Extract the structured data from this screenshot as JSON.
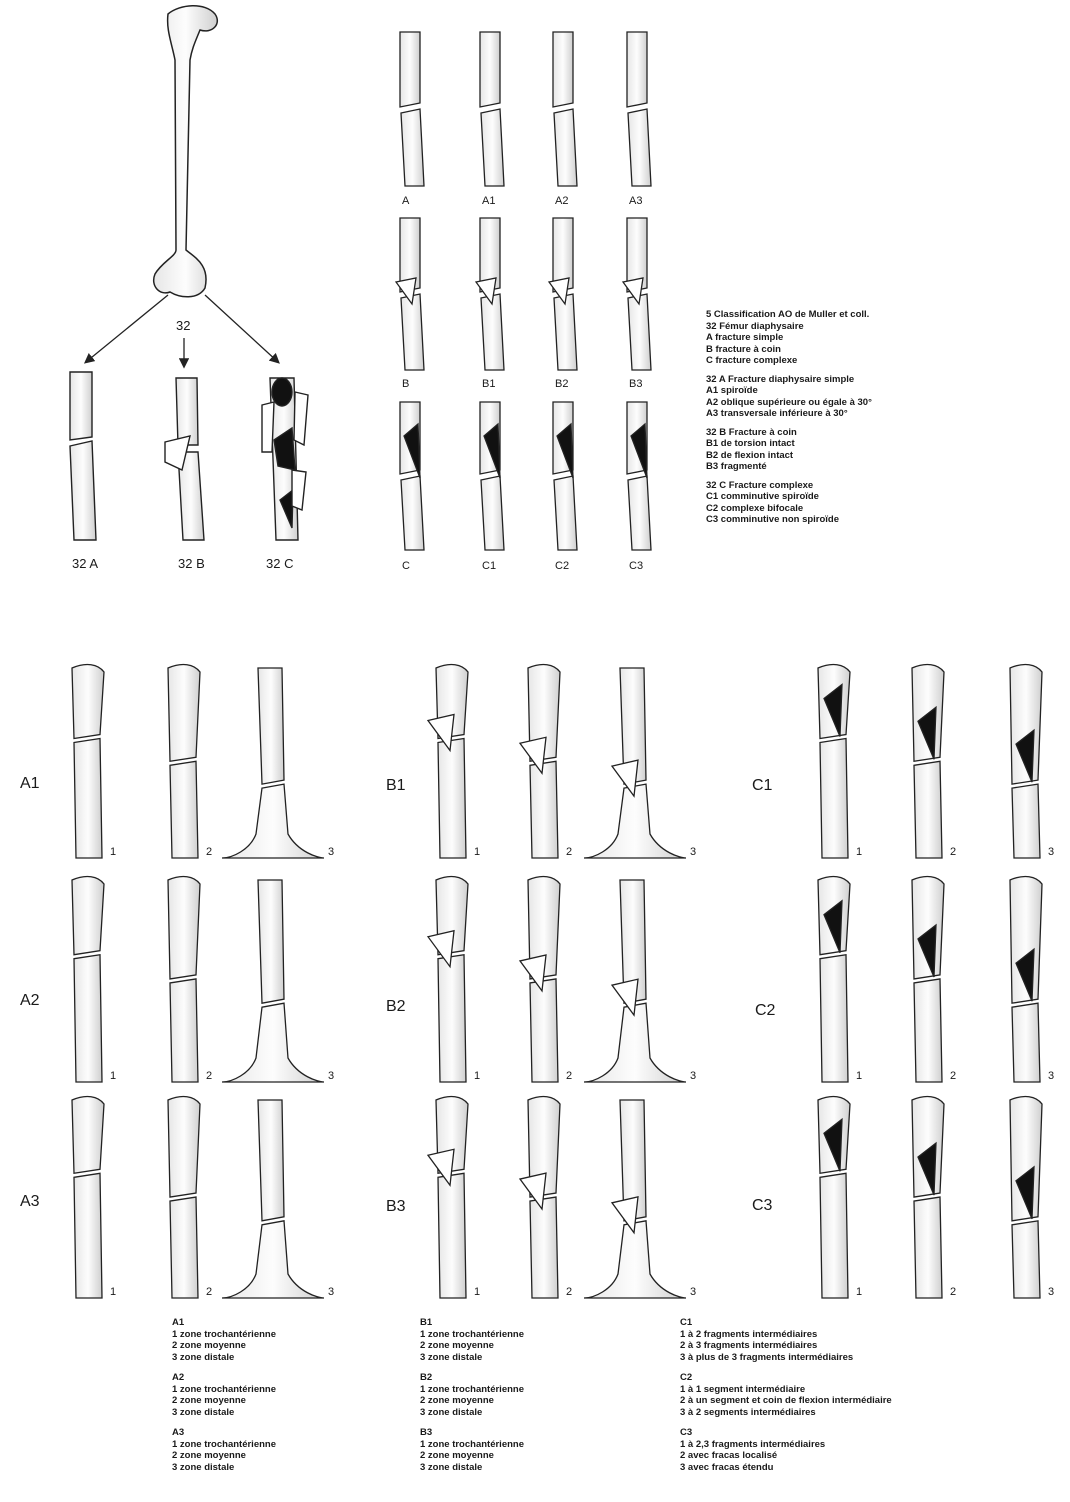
{
  "femur": {
    "label": "32",
    "subtypes": [
      "32 A",
      "32 B",
      "32 C"
    ]
  },
  "grid_top": {
    "labels": [
      "A",
      "A1",
      "A2",
      "A3",
      "B",
      "B1",
      "B2",
      "B3",
      "C",
      "C1",
      "C2",
      "C3"
    ]
  },
  "legend": {
    "blocks": [
      [
        "5   Classification AO de Muller et coll.",
        "32 Fémur diaphysaire",
        "A  fracture simple",
        "B  fracture à coin",
        "C  fracture complexe"
      ],
      [
        "32 A Fracture diaphysaire simple",
        "A1  spiroïde",
        "A2  oblique supérieure ou égale à 30°",
        "A3  transversale inférieure à 30°"
      ],
      [
        "32 B Fracture à coin",
        "B1  de torsion intact",
        "B2  de flexion intact",
        "B3  fragmenté"
      ],
      [
        "32 C Fracture complexe",
        "C1  comminutive spiroïde",
        "C2  complexe bifocale",
        "C3  comminutive non spiroïde"
      ]
    ]
  },
  "bottom": {
    "row_labels": [
      [
        "A1",
        "A2",
        "A3"
      ],
      [
        "B1",
        "B2",
        "B3"
      ],
      [
        "C1",
        "C2",
        "C3"
      ]
    ],
    "numbers": [
      "1",
      "2",
      "3"
    ]
  },
  "captions": {
    "A": [
      [
        "A1",
        "1 zone trochantérienne",
        "2 zone moyenne",
        "3 zone distale"
      ],
      [
        "A2",
        "1 zone trochantérienne",
        "2 zone moyenne",
        "3 zone distale"
      ],
      [
        "A3",
        "1 zone trochantérienne",
        "2 zone moyenne",
        "3 zone distale"
      ]
    ],
    "B": [
      [
        "B1",
        "1 zone trochantérienne",
        "2 zone moyenne",
        "3 zone distale"
      ],
      [
        "B2",
        "1 zone trochantérienne",
        "2 zone moyenne",
        "3 zone distale"
      ],
      [
        "B3",
        "1 zone trochantérienne",
        "2 zone moyenne",
        "3 zone distale"
      ]
    ],
    "C": [
      [
        "C1",
        "1 à 2 fragments intermédiaires",
        "2 à 3 fragments intermédiaires",
        "3 à plus de 3 fragments intermédiaires"
      ],
      [
        "C2",
        "1 à 1 segment intermédiaire",
        "2 à un segment et coin de flexion intermédiaire",
        "3 à 2 segments intermédiaires"
      ],
      [
        "C3",
        "1 à 2,3  fragments intermédiaires",
        "2 avec fracas localisé",
        "3 avec fracas étendu"
      ]
    ]
  }
}
